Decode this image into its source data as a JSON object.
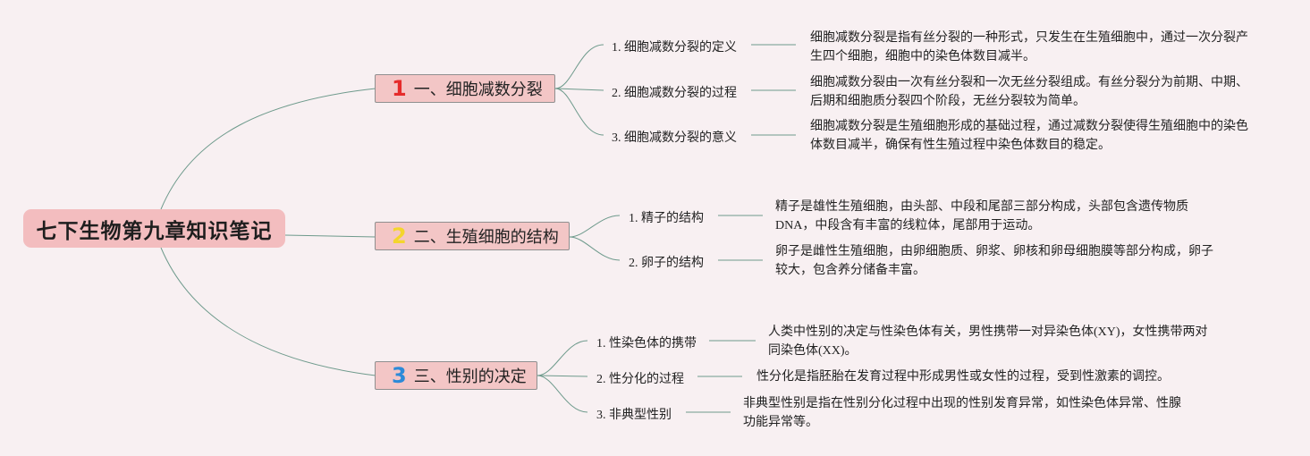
{
  "root": {
    "title": "七下生物第九章知识笔记"
  },
  "branches": [
    {
      "number": "1",
      "title": "一、细胞减数分裂",
      "items": [
        {
          "label": "1. 细胞减数分裂的定义",
          "text": "细胞减数分裂是指有丝分裂的一种形式，只发生在生殖细胞中，通过一次分裂产生四个细胞，细胞中的染色体数目减半。"
        },
        {
          "label": "2. 细胞减数分裂的过程",
          "text": "细胞减数分裂由一次有丝分裂和一次无丝分裂组成。有丝分裂分为前期、中期、后期和细胞质分裂四个阶段，无丝分裂较为简单。"
        },
        {
          "label": "3. 细胞减数分裂的意义",
          "text": "细胞减数分裂是生殖细胞形成的基础过程，通过减数分裂使得生殖细胞中的染色体数目减半，确保有性生殖过程中染色体数目的稳定。"
        }
      ]
    },
    {
      "number": "2",
      "title": "二、生殖细胞的结构",
      "items": [
        {
          "label": "1. 精子的结构",
          "text": "精子是雄性生殖细胞，由头部、中段和尾部三部分构成，头部包含遗传物质DNA，中段含有丰富的线粒体，尾部用于运动。"
        },
        {
          "label": "2. 卵子的结构",
          "text": "卵子是雌性生殖细胞，由卵细胞质、卵浆、卵核和卵母细胞膜等部分构成，卵子较大，包含养分储备丰富。"
        }
      ]
    },
    {
      "number": "3",
      "title": "三、性别的决定",
      "items": [
        {
          "label": "1. 性染色体的携带",
          "text": "人类中性别的决定与性染色体有关，男性携带一对异染色体(XY)，女性携带两对同染色体(XX)。"
        },
        {
          "label": "2. 性分化的过程",
          "text": "性分化是指胚胎在发育过程中形成男性或女性的过程，受到性激素的调控。"
        },
        {
          "label": "3. 非典型性别",
          "text": "非典型性别是指在性别分化过程中出现的性别发育异常，如性染色体异常、性腺功能异常等。"
        }
      ]
    }
  ],
  "colors": {
    "background": "#f8f0f2",
    "root_fill": "#f3bdbf",
    "branch_fill": "#f3c6c6",
    "connector": "#6e9a8c",
    "number_1": "#e52b2b",
    "number_2": "#f4d52c",
    "number_3": "#2c8ad8"
  }
}
